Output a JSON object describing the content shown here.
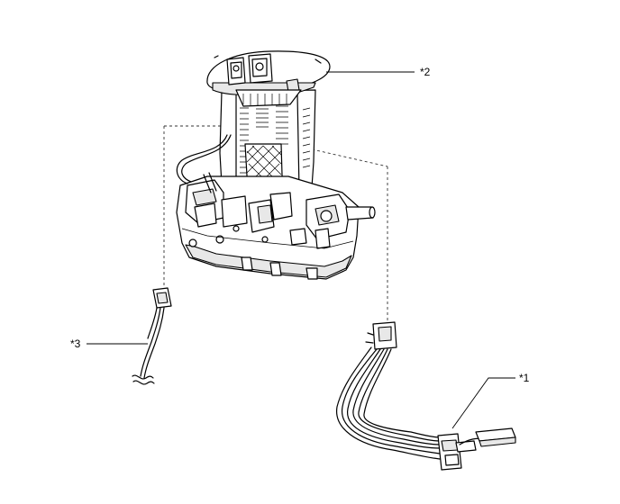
{
  "callouts": {
    "fuel_pump_assembly": "*2",
    "harness_left": "*3",
    "harness_right": "*1"
  }
}
